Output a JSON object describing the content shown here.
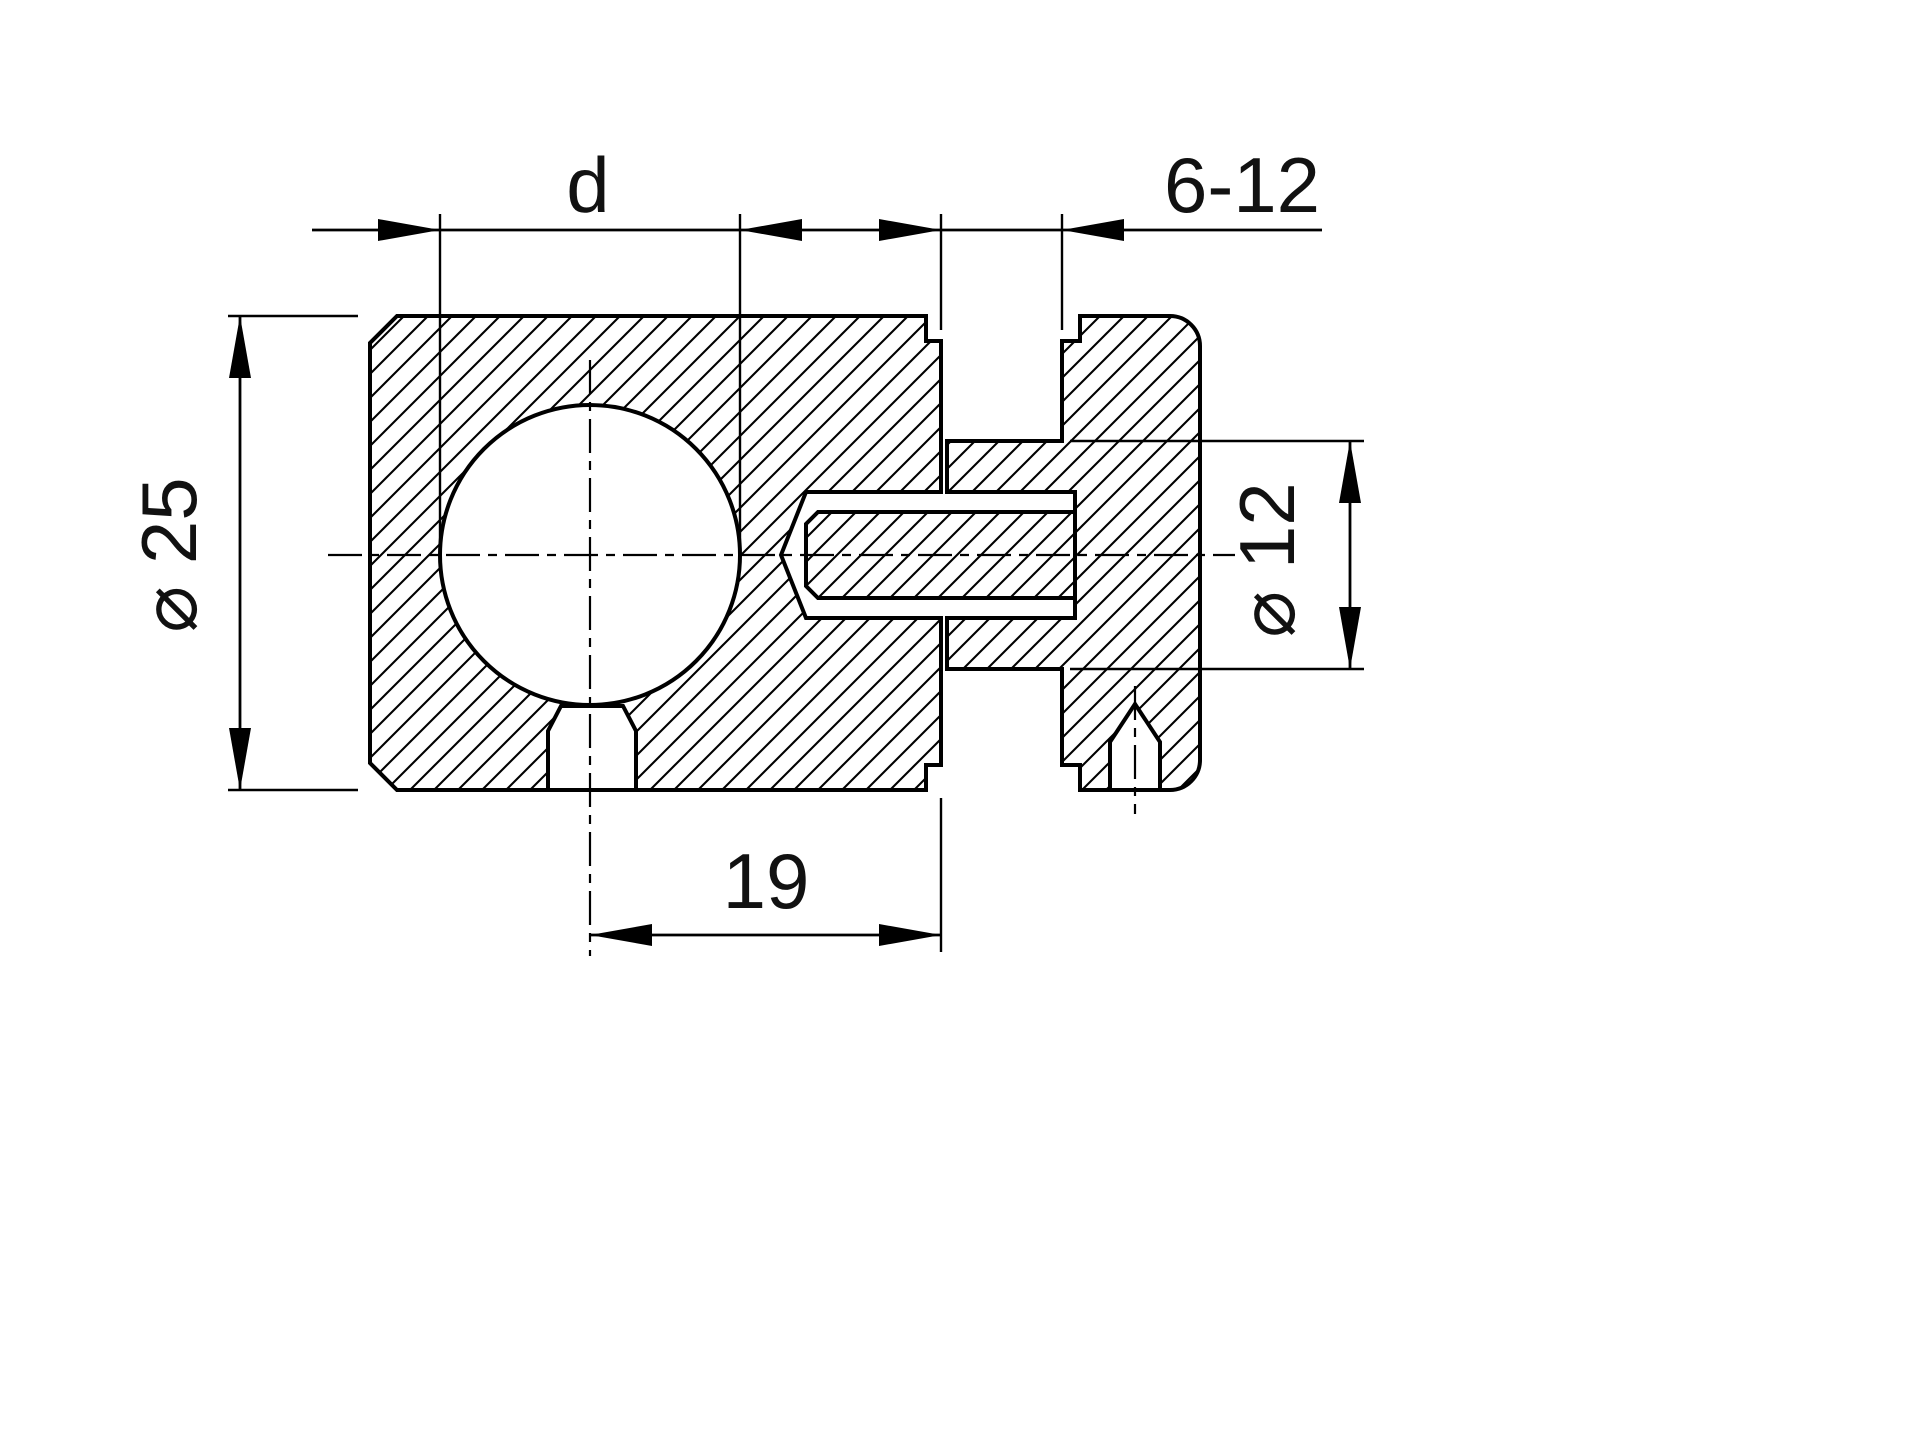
{
  "colors": {
    "background": "#ffffff",
    "ink": "#000000"
  },
  "drawing": {
    "type": "technical-section-drawing",
    "description": "cross-section of two-piece clamp with bore, threaded stud, hub and set screws",
    "labels": {
      "bore_diameter": "d",
      "clamping_range": "6-12",
      "body_diameter": "⌀ 25",
      "hub_diameter": "⌀ 12",
      "center_to_face": "19"
    }
  }
}
